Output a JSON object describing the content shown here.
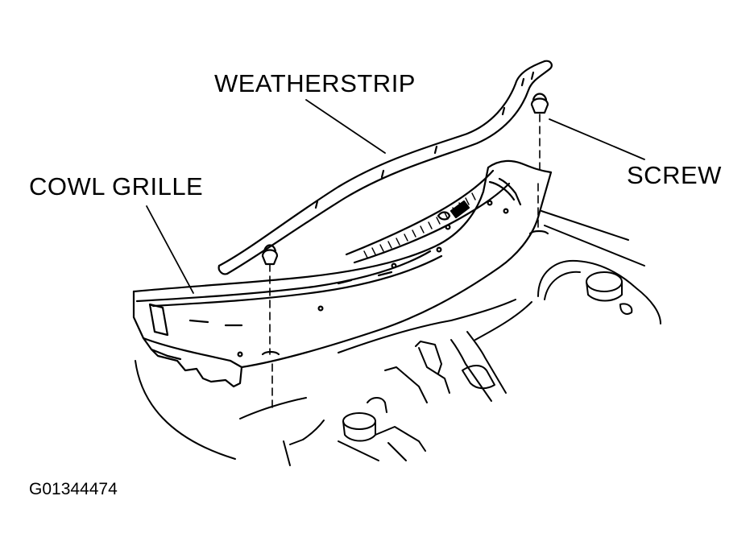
{
  "labels": {
    "weatherstrip": "WEATHERSTRIP",
    "cowl_grille": "COWL GRILLE",
    "screw": "SCREW"
  },
  "figure_id": "G01344474",
  "colors": {
    "ink": "#000000",
    "paper": "#ffffff"
  }
}
